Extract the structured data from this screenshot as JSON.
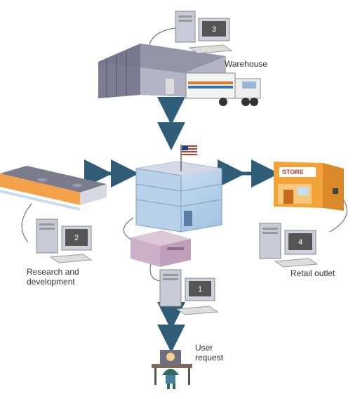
{
  "labels": {
    "warehouse": "Warehouse",
    "research_line1": "Research and",
    "research_line2": "development",
    "retail": "Retail outlet",
    "user_line1": "User",
    "user_line2": "request"
  },
  "store_sign": "STORE",
  "computers": [
    {
      "id": "warehouse",
      "number": "3"
    },
    {
      "id": "research",
      "number": "2"
    },
    {
      "id": "headquarters",
      "number": "1"
    },
    {
      "id": "retail",
      "number": "4"
    }
  ],
  "colors": {
    "arrow": "#2f5d78",
    "building_glass": "#c8dcef",
    "warehouse_wall": "#a8a8b8",
    "store_wall": "#f2a33a",
    "monitor_screen": "#555555",
    "cable": "#666666"
  }
}
